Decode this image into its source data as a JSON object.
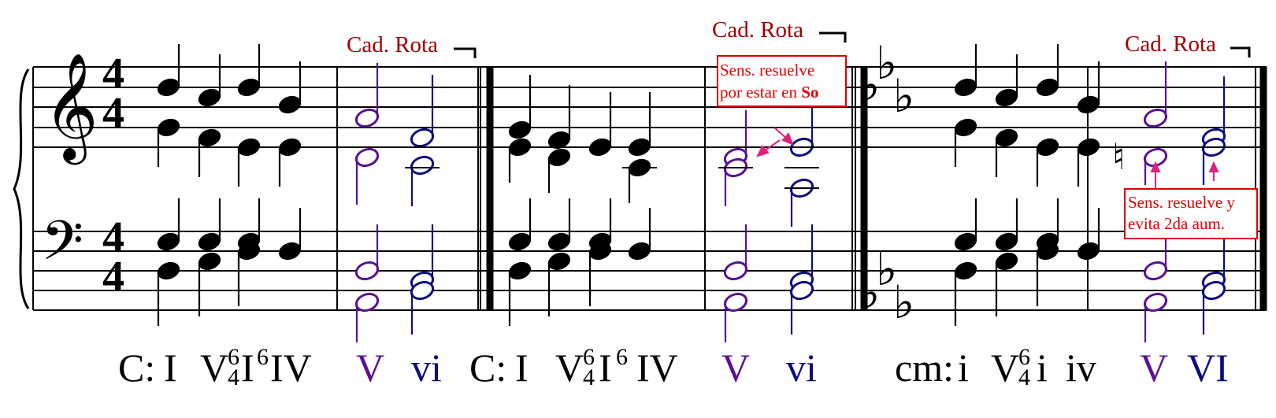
{
  "score": {
    "time_signature": {
      "top": "4",
      "bottom": "4"
    },
    "clefs": {
      "treble": "𝄞",
      "bass": "𝄢"
    },
    "flat_glyph": "♭",
    "natural_glyph": "♮",
    "cadence_label": "Cad. Rota",
    "sections": [
      {
        "id": "section-1",
        "key": "C:",
        "numerals": [
          {
            "text": "I"
          },
          {
            "text": "V",
            "sup": "6",
            "sub": "4"
          },
          {
            "text": "I",
            "sup": "6"
          },
          {
            "text": "IV"
          },
          {
            "text": "V",
            "colored": "purple"
          },
          {
            "text": "vi",
            "colored": "navy"
          }
        ]
      },
      {
        "id": "section-2",
        "key": "C:",
        "numerals": [
          {
            "text": "I"
          },
          {
            "text": "V",
            "sup": "6",
            "sub": "4"
          },
          {
            "text": "I",
            "sup": "6"
          },
          {
            "text": "IV"
          },
          {
            "text": "V",
            "colored": "purple"
          },
          {
            "text": "vi",
            "colored": "navy"
          }
        ],
        "note_box": {
          "line1": "Sens. resuelve",
          "line2_plain": "por estar en ",
          "line2_bold": "So"
        }
      },
      {
        "id": "section-3",
        "key": "cm:",
        "numerals": [
          {
            "text": "i"
          },
          {
            "text": "V",
            "sup": "6",
            "sub": "4"
          },
          {
            "text": "i"
          },
          {
            "text": "iv"
          },
          {
            "text": "V",
            "colored": "purple"
          },
          {
            "text": "VI",
            "colored": "navy"
          }
        ],
        "note_box": {
          "line1": "Sens. resuelve y",
          "line2_plain": "evita 2da aum.",
          "line2_bold": ""
        }
      }
    ],
    "colors": {
      "black": "#000000",
      "purple": "#5a0f96",
      "navy": "#0d0d80",
      "annotation_red": "#a00000",
      "box_red": "#e00000",
      "arrow_pink": "#e0207a"
    }
  }
}
